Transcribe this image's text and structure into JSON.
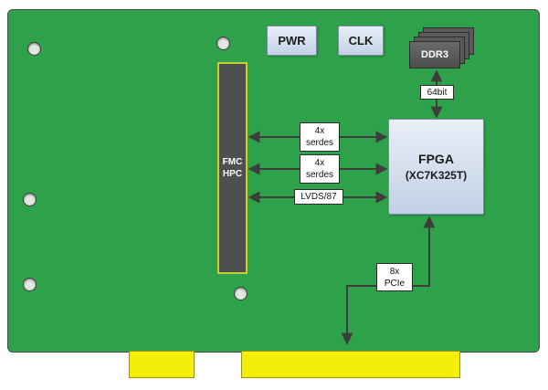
{
  "colors": {
    "board_green": "#2ea24b",
    "connector_yellow": "#f4ee0b",
    "fmc_gray": "#4f4f4f",
    "fmc_border_yellow": "#c9cf2c",
    "chip_fill_blue": "#c2d1e5",
    "arrow_gray": "#3d3d3d"
  },
  "components": {
    "pwr": {
      "label": "PWR"
    },
    "clk": {
      "label": "CLK"
    },
    "ddr3": {
      "label": "DDR3"
    },
    "fpga": {
      "name": "FPGA",
      "part": "(XC7K325T)"
    },
    "fmc": {
      "label": "FMC\nHPC"
    }
  },
  "buses": {
    "ddr": "64bit",
    "serdes_top": "4x\nserdes",
    "serdes_mid": "4x\nserdes",
    "lvds": "LVDS/87",
    "pcie": "8x\nPCIe"
  }
}
